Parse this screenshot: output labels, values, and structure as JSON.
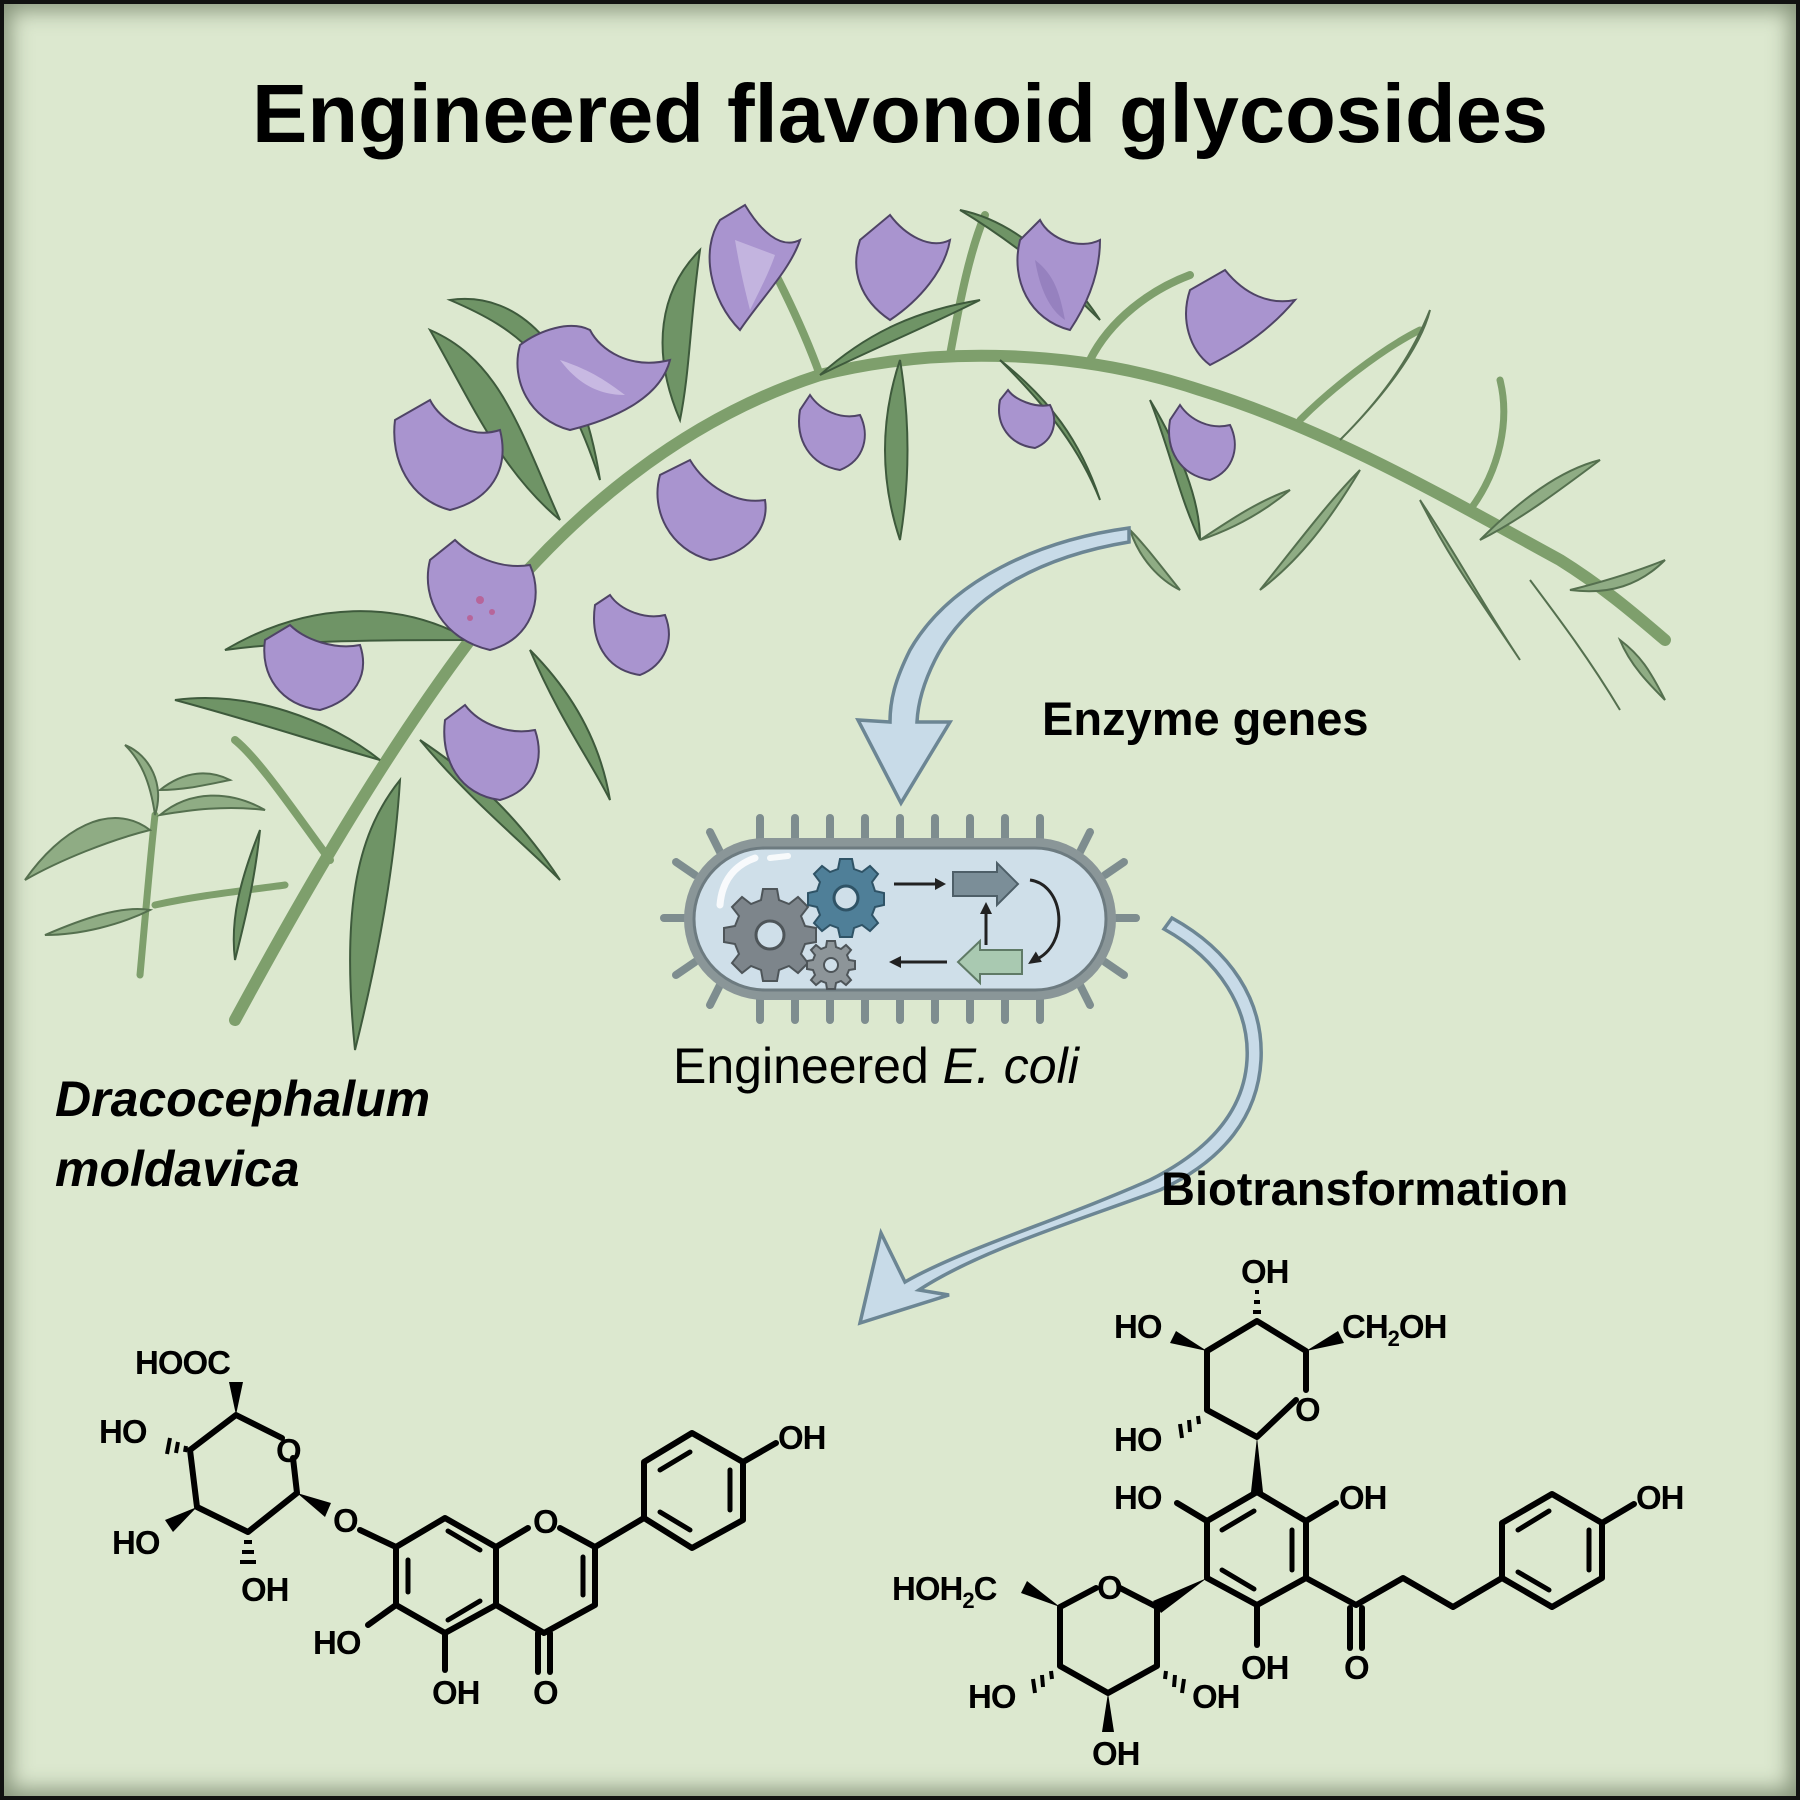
{
  "title": "Engineered flavonoid glycosides",
  "plant": {
    "species_line1": "Dracocephalum",
    "species_line2": "moldavica"
  },
  "steps": {
    "enzyme_genes": "Enzyme genes",
    "biotransformation": "Biotransformation"
  },
  "host": {
    "label_prefix": "Engineered ",
    "label_italic": "E. coli"
  },
  "compound_left": {
    "labels": {
      "hooc": "HOOC",
      "ho_c2": "HO",
      "ho_c3": "HO",
      "oh_c4": "OH",
      "o_ring": "O",
      "o_glyc": "O",
      "o1": "O",
      "ho_6": "HO",
      "oh_5": "OH",
      "o_carbonyl": "O",
      "oh_4p": "OH"
    }
  },
  "compound_right": {
    "labels": {
      "oh_top": "OH",
      "ho_top_left": "HO",
      "ch2oh_top": "CH",
      "ch2oh_sub": "2",
      "ch2oh_tail": "OH",
      "o_top_ring": "O",
      "ho_top_lower": "HO",
      "ho_ar_left": "HO",
      "oh_ar_right": "OH",
      "oh_ar_bottom": "OH",
      "o_carbonyl": "O",
      "oh_para": "OH",
      "hoh2c_head": "HOH",
      "hoh2c_sub": "2",
      "hoh2c_tail": "C",
      "o_bottom_ring": "O",
      "ho_bottom_left": "HO",
      "oh_bottom_right": "OH",
      "oh_bottom": "OH"
    }
  },
  "colors": {
    "background": "#dce8cf",
    "flower": "#a994cf",
    "leaf": "#6f9466",
    "arrow_fill": "#c8dbe8",
    "gear_blue": "#4f7f98",
    "gear_gray": "#7d858b",
    "gene_arrow_green": "#a9c9b1"
  }
}
